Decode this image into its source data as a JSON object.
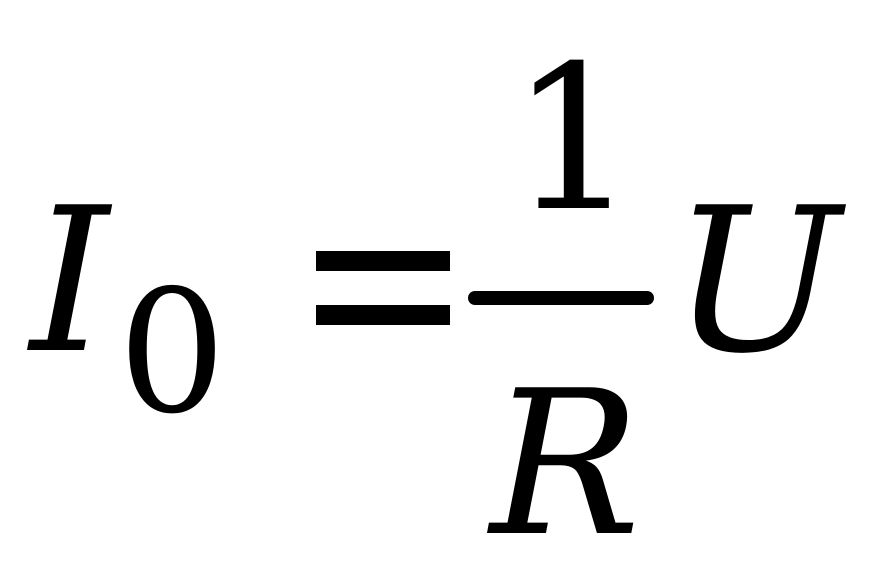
{
  "formula": {
    "lhs_symbol": "I",
    "lhs_subscript": "0",
    "numerator": "1",
    "denominator": "R",
    "rhs_symbol": "U"
  },
  "colors": {
    "ink": "#000000",
    "background": "#ffffff"
  }
}
